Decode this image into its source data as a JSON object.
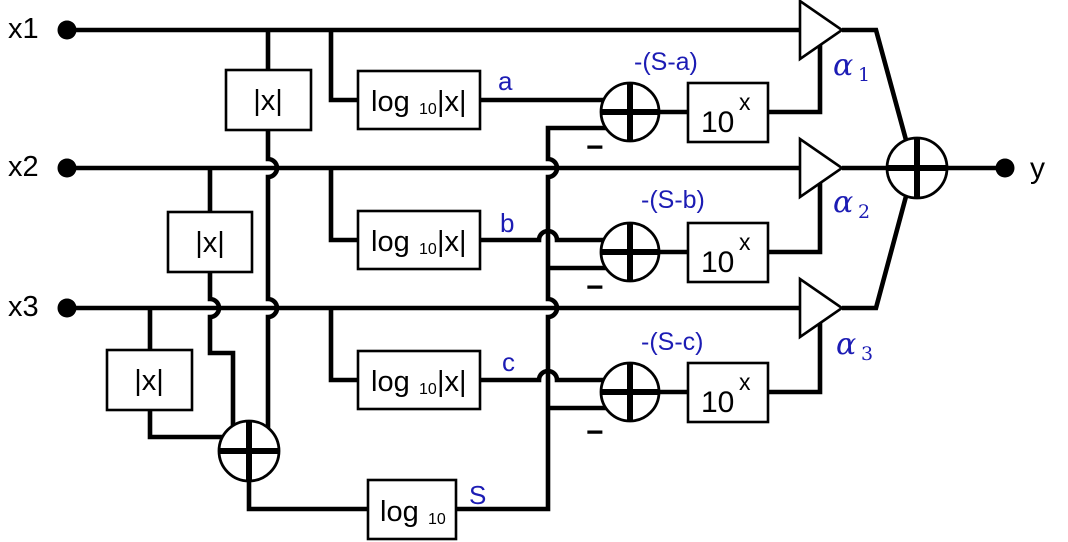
{
  "colors": {
    "wire": "#000000",
    "annotation_blue": "#1c1cb4",
    "background": "#ffffff"
  },
  "inputs": [
    {
      "label": "x1"
    },
    {
      "label": "x2"
    },
    {
      "label": "x3"
    }
  ],
  "output_label": "y",
  "abs_blocks": [
    {
      "label": "|x|"
    },
    {
      "label": "|x|"
    },
    {
      "label": "|x|"
    }
  ],
  "log_abs_blocks": [
    {
      "prefix": "log",
      "sub": "10",
      "suffix": "|x|"
    },
    {
      "prefix": "log",
      "sub": "10",
      "suffix": "|x|"
    },
    {
      "prefix": "log",
      "sub": "10",
      "suffix": "|x|"
    }
  ],
  "exp_blocks": [
    {
      "base": "10",
      "sup": "x"
    },
    {
      "base": "10",
      "sup": "x"
    },
    {
      "base": "10",
      "sup": "x"
    }
  ],
  "sum_log_block": {
    "prefix": "log",
    "sub": "10"
  },
  "signal_labels": {
    "a": "a",
    "b": "b",
    "c": "c",
    "S": "S"
  },
  "diff_labels": [
    "-(S-a)",
    "-(S-b)",
    "-(S-c)"
  ],
  "gain_labels": [
    {
      "symbol": "α",
      "sub": "1"
    },
    {
      "symbol": "α",
      "sub": "2"
    },
    {
      "symbol": "α",
      "sub": "3"
    }
  ],
  "minus_sign": "−"
}
